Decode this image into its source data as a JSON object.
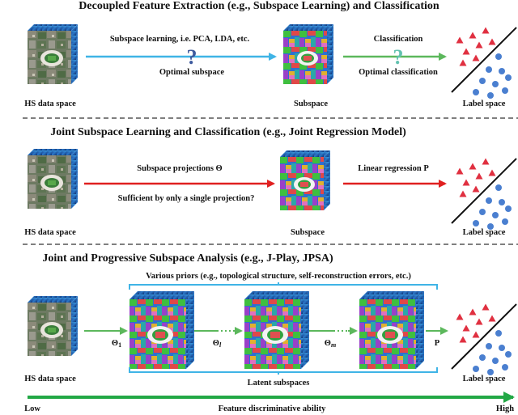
{
  "panel1": {
    "title": "Decoupled Feature Extraction (e.g., Subspace Learning) and Classification",
    "arrow1_top": "Subspace learning, i.e. PCA, LDA, etc.",
    "arrow1_bottom": "Optimal subspace",
    "arrow2_top": "Classification",
    "arrow2_bottom": "Optimal classification",
    "label_input": "HS data space",
    "label_subspace": "Subspace",
    "label_output": "Label space",
    "question_mark": "?"
  },
  "panel2": {
    "title": "Joint Subspace Learning and Classification (e.g., Joint Regression Model)",
    "arrow1_top": "Subspace projections",
    "arrow1_symbol": "Θ",
    "arrow1_bottom": "Sufficient by only a single projection?",
    "arrow2_top": "Linear regression",
    "arrow2_symbol": "P",
    "label_input": "HS data space",
    "label_subspace": "Subspace",
    "label_output": "Label space"
  },
  "panel3": {
    "title": "Joint and Progressive Subspace Analysis (e.g., J-Play, JPSA)",
    "priors": "Various priors (e.g., topological structure, self-reconstruction errors, etc.)",
    "theta1": "Θ",
    "theta1_sub": "1",
    "thetal": "Θ",
    "thetal_sub": "l",
    "thetam": "Θ",
    "thetam_sub": "m",
    "p_label": "P",
    "latent": "Latent subspaces",
    "label_input": "HS data space",
    "label_output": "Label space"
  },
  "axis": {
    "low": "Low",
    "center": "Feature discriminative ability",
    "high": "High"
  },
  "colors": {
    "cyan_arrow": "#3fb4e6",
    "green_arrow": "#5cb85c",
    "red_arrow": "#e02020",
    "axis_green": "#22a845",
    "question_blue": "#3d5a9e",
    "question_teal": "#62c2b0",
    "triangle_red": "#e03040",
    "circle_blue": "#4a7fd0",
    "dash": "#555555"
  }
}
